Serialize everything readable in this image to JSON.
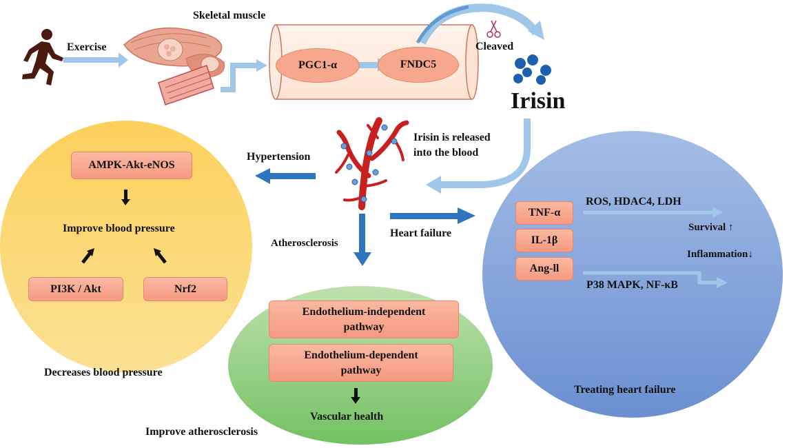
{
  "colors": {
    "light_arrow": "#9fc7ea",
    "dark_arrow": "#2e75c0",
    "yellow_circle": "#fbd567",
    "green_ellipse": "#8ece7d",
    "blue_circle": "#7f9ed6",
    "box_fill": "#f9a98f"
  },
  "top": {
    "exercise": "Exercise",
    "skeletal_muscle": "Skeletal muscle",
    "pgc1a": "PGC1-α",
    "fndc5": "FNDC5",
    "cleaved": "Cleaved",
    "irisin": "Irisin",
    "released_line1": "Irisin is released",
    "released_line2": "into the blood"
  },
  "branches": {
    "hypertension": "Hypertension",
    "atherosclerosis": "Atherosclerosis",
    "heart_failure": "Heart failure"
  },
  "yellow": {
    "ampk": "AMPK-Akt-eNOS",
    "improve_bp": "Improve blood pressure",
    "pi3k": "PI3K / Akt",
    "nrf2": "Nrf2",
    "caption": "Decreases blood pressure"
  },
  "green": {
    "endo_indep_1": "Endothelium-independent",
    "endo_indep_2": "pathway",
    "endo_dep_1": "Endothelium-dependent",
    "endo_dep_2": "pathway",
    "vascular": "Vascular health",
    "caption": "Improve atherosclerosis"
  },
  "blue": {
    "tnf": "TNF-α",
    "il1b": "IL-1β",
    "ang": "Ang-ll",
    "ros": "ROS, HDAC4, LDH",
    "p38": "P38 MAPK, NF-κB",
    "survival": "Survival ↑",
    "inflammation": "Inflammation↓",
    "caption": "Treating heart failure"
  }
}
